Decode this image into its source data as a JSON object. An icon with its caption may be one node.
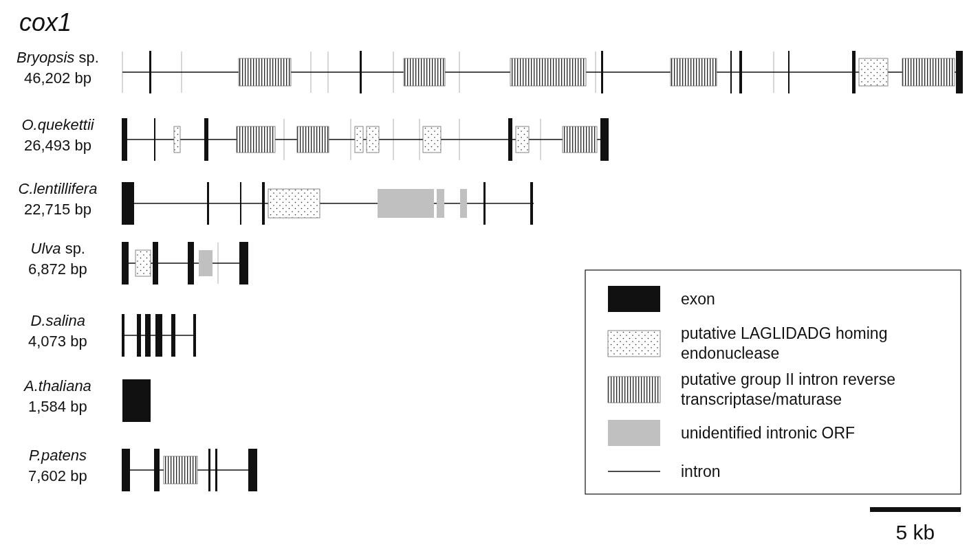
{
  "diagram": {
    "title": "cox1",
    "labels": [
      "*Bryopsis* sp.",
      "46,202 bp",
      "O.quekettii",
      "26,493 bp",
      "C.lentillifera",
      "22,715 bp",
      "*Ulva* sp.",
      "6,872 bp",
      "D.salina",
      "4,073 bp",
      "A.thaliana",
      "1,584 bp",
      "P.patens",
      "7,602 bp",
      "5 kb"
    ],
    "legend": [
      {
        "text": "exon",
        "color": "#111111"
      },
      {
        "text": "putative LAGLIDADG homing endonuclease"
      },
      {
        "text": "putative group II intron reverse transcriptase/maturase"
      },
      {
        "text": "unidentified intronic ORF",
        "color": "#c0c0c0"
      },
      {
        "text": "intron"
      }
    ]
  }
}
